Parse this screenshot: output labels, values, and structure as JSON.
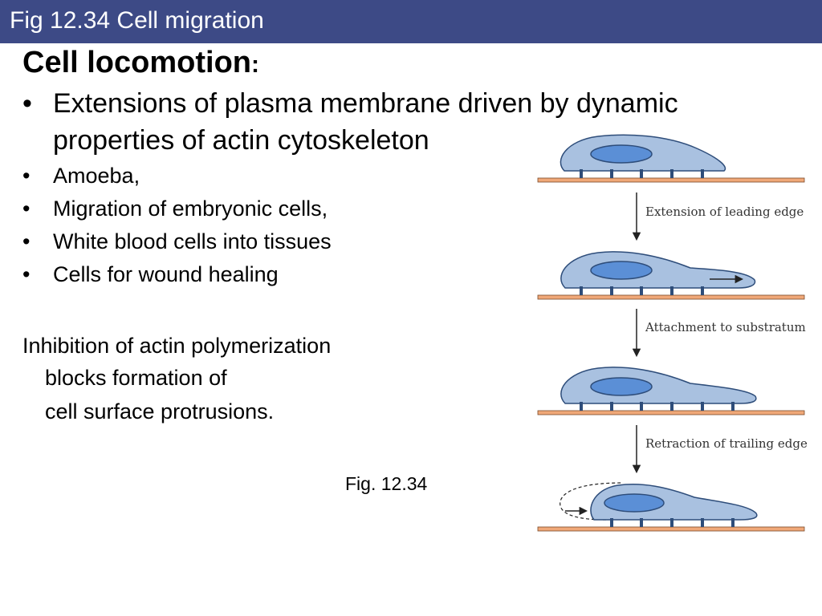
{
  "title": "Fig 12.34  Cell migration",
  "heading": "Cell locomotion",
  "heading_colon": ":",
  "bullets_large": [
    {
      "marker": "•",
      "line1": "Extensions of plasma membrane driven by dynamic",
      "line2": "properties of actin cytoskeleton"
    }
  ],
  "bullets_small": [
    {
      "marker": "•",
      "text": "Amoeba,"
    },
    {
      "marker": "•",
      "text": "Migration of embryonic cells,"
    },
    {
      "marker": "•",
      "text": "White blood cells into tissues"
    },
    {
      "marker": "•",
      "text": "Cells for wound healing"
    }
  ],
  "inhibition": {
    "line1": "Inhibition of actin polymerization",
    "line2": "blocks formation of",
    "line3": "cell surface protrusions."
  },
  "figure_reference": "Fig. 12.34",
  "diagram": {
    "steps": [
      "Extension of leading edge",
      "Attachment to substratum",
      "Retraction of trailing edge"
    ],
    "colors": {
      "cell_fill": "#a9c1e0",
      "cell_stroke": "#2e4d7a",
      "nucleus_fill": "#5b8fd6",
      "substratum": "#f0a878",
      "substratum_stroke": "#7a4a2a",
      "arrow": "#222222"
    }
  }
}
